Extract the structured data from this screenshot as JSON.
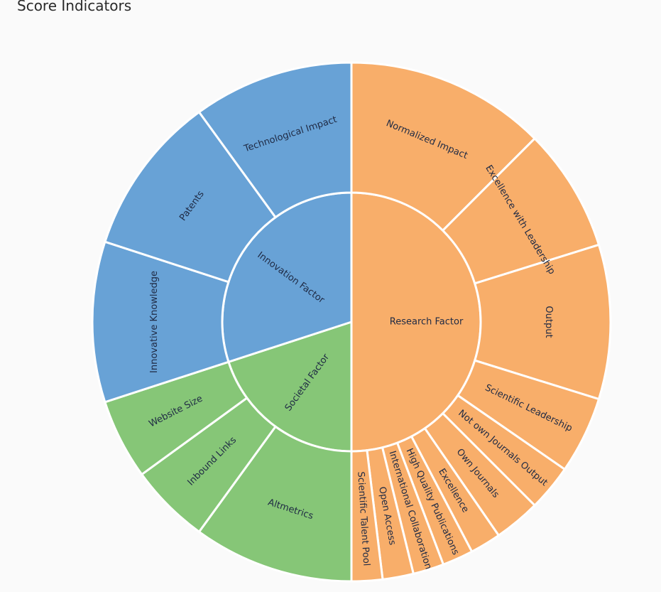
{
  "chart_data": {
    "type": "sunburst",
    "title": "Score Indicators",
    "colors": {
      "Research Factor": "#f8ae6a",
      "Innovation Factor": "#68a2d6",
      "Societal Factor": "#86c677"
    },
    "children": [
      {
        "name": "Research Factor",
        "value": 50,
        "children": [
          {
            "name": "Normalized Impact",
            "value": 13
          },
          {
            "name": "Excellence with Leadership",
            "value": 8
          },
          {
            "name": "Output",
            "value": 10
          },
          {
            "name": "Scientific Leadership",
            "value": 5
          },
          {
            "name": "Not own Journals Output",
            "value": 3
          },
          {
            "name": "Own Journals",
            "value": 3
          },
          {
            "name": "Excellence",
            "value": 2
          },
          {
            "name": "High Quality Publications",
            "value": 2
          },
          {
            "name": "International Collaboration",
            "value": 2
          },
          {
            "name": "Open Access",
            "value": 2
          },
          {
            "name": "Scientific Talent Pool",
            "value": 2
          }
        ]
      },
      {
        "name": "Societal Factor",
        "value": 20,
        "children": [
          {
            "name": "Altmetrics",
            "value": 10
          },
          {
            "name": "Inbound Links",
            "value": 5
          },
          {
            "name": "Website Size",
            "value": 5
          }
        ]
      },
      {
        "name": "Innovation Factor",
        "value": 30,
        "children": [
          {
            "name": "Innovative Knowledge",
            "value": 10
          },
          {
            "name": "Patents",
            "value": 10
          },
          {
            "name": "Technological Impact",
            "value": 10
          }
        ]
      }
    ]
  }
}
